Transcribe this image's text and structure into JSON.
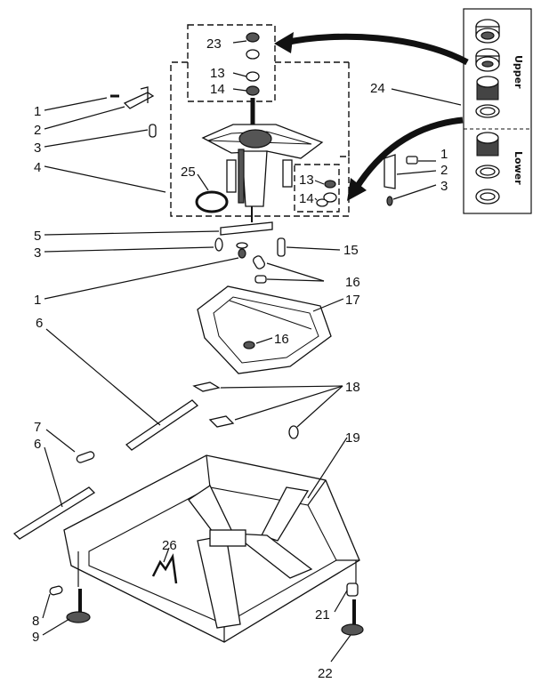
{
  "callouts": [
    {
      "id": "c1a",
      "text": "1"
    },
    {
      "id": "c2a",
      "text": "2"
    },
    {
      "id": "c3a",
      "text": "3"
    },
    {
      "id": "c4",
      "text": "4"
    },
    {
      "id": "c23",
      "text": "23"
    },
    {
      "id": "c13a",
      "text": "13"
    },
    {
      "id": "c14a",
      "text": "14"
    },
    {
      "id": "c24",
      "text": "24"
    },
    {
      "id": "c25",
      "text": "25"
    },
    {
      "id": "c13b",
      "text": "13"
    },
    {
      "id": "c14b",
      "text": "14"
    },
    {
      "id": "c1b",
      "text": "1"
    },
    {
      "id": "c2b",
      "text": "2"
    },
    {
      "id": "c3b",
      "text": "3"
    },
    {
      "id": "c5",
      "text": "5"
    },
    {
      "id": "c3c",
      "text": "3"
    },
    {
      "id": "c15",
      "text": "15"
    },
    {
      "id": "c1c",
      "text": "1"
    },
    {
      "id": "c16a",
      "text": "16"
    },
    {
      "id": "c6a",
      "text": "6"
    },
    {
      "id": "c17",
      "text": "17"
    },
    {
      "id": "c16b",
      "text": "16"
    },
    {
      "id": "c18",
      "text": "18"
    },
    {
      "id": "c7",
      "text": "7"
    },
    {
      "id": "c19",
      "text": "19"
    },
    {
      "id": "c6b",
      "text": "6"
    },
    {
      "id": "c26",
      "text": "26"
    },
    {
      "id": "c8",
      "text": "8"
    },
    {
      "id": "c9",
      "text": "9"
    },
    {
      "id": "c21",
      "text": "21"
    },
    {
      "id": "c22",
      "text": "22"
    }
  ],
  "bearing_panel": {
    "upper_label": "Upper",
    "lower_label": "Lower"
  }
}
